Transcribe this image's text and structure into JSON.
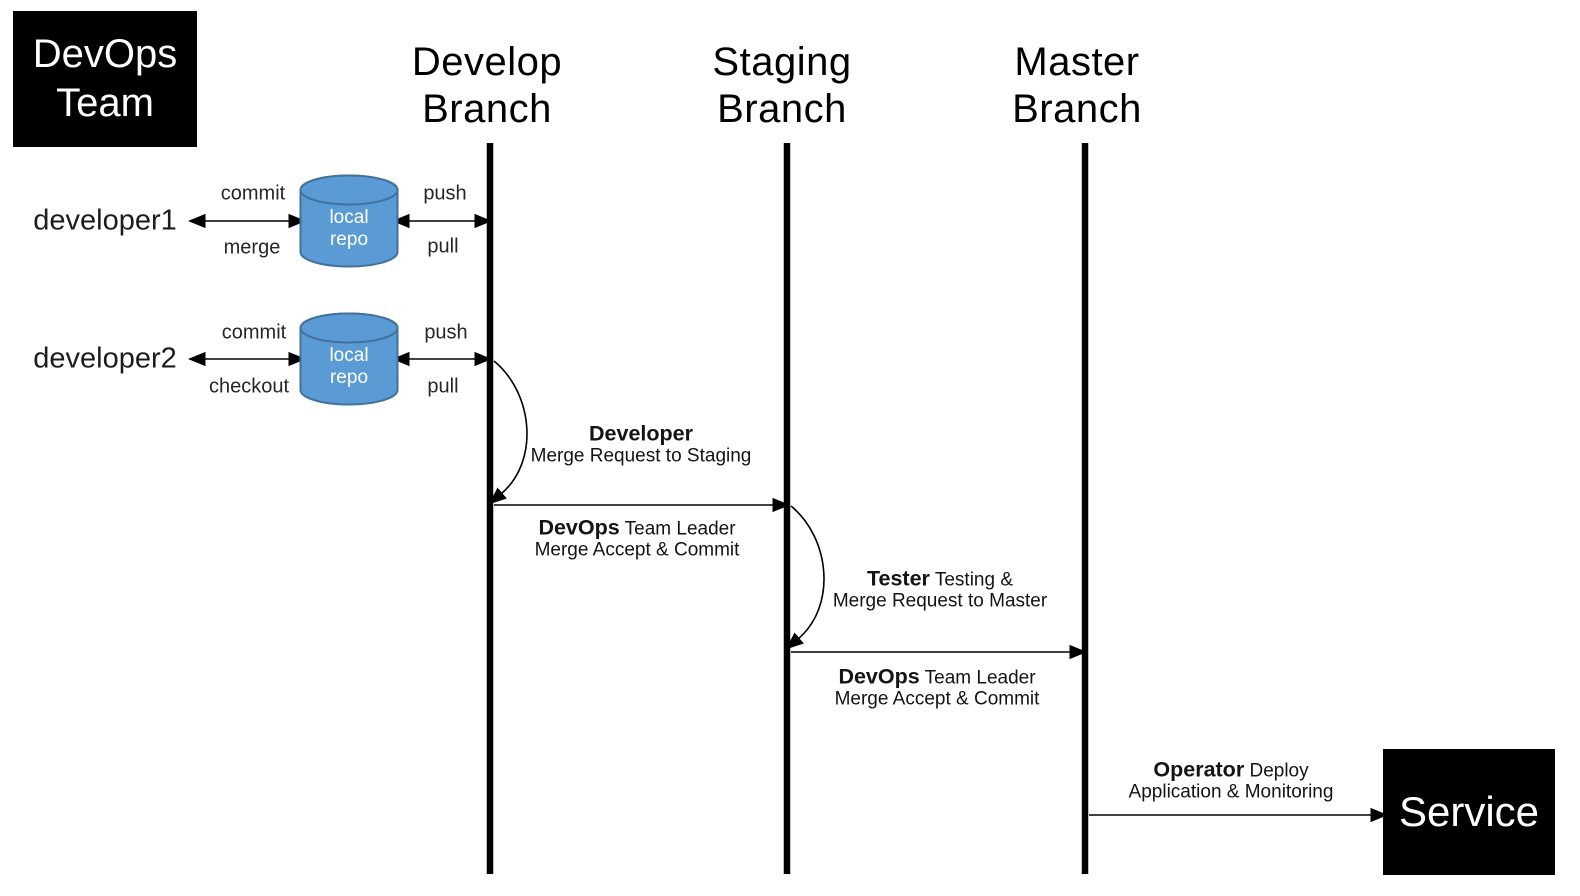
{
  "team_box": {
    "line1": "DevOps",
    "line2": "Team"
  },
  "columns": [
    {
      "name": "Develop",
      "sub": "Branch"
    },
    {
      "name": "Staging",
      "sub": "Branch"
    },
    {
      "name": "Master",
      "sub": "Branch"
    }
  ],
  "developers": [
    {
      "name": "developer1",
      "arrow_left_top": "commit",
      "arrow_left_bottom": "merge",
      "repo_top": "local",
      "repo_bottom": "repo",
      "arrow_right_top": "push",
      "arrow_right_bottom": "pull"
    },
    {
      "name": "developer2",
      "arrow_left_top": "commit",
      "arrow_left_bottom": "checkout",
      "repo_top": "local",
      "repo_bottom": "repo",
      "arrow_right_top": "push",
      "arrow_right_bottom": "pull"
    }
  ],
  "flows": [
    {
      "actor": "Developer",
      "detail": "",
      "line2": "Merge Request to Staging"
    },
    {
      "actor": "DevOps",
      "detail": " Team Leader",
      "line2": "Merge Accept & Commit"
    },
    {
      "actor": "Tester",
      "detail": " Testing &",
      "line2": "Merge Request to Master"
    },
    {
      "actor": "DevOps",
      "detail": " Team Leader",
      "line2": "Merge Accept & Commit"
    },
    {
      "actor": "Operator",
      "detail": " Deploy",
      "line2": "Application & Monitoring"
    }
  ],
  "service_box": {
    "label": "Service"
  },
  "colors": {
    "repo_fill": "#5b9bd5",
    "repo_stroke": "#41719c",
    "box_bg": "#000000",
    "box_text": "#ffffff",
    "line": "#000000",
    "background": "#ffffff"
  }
}
